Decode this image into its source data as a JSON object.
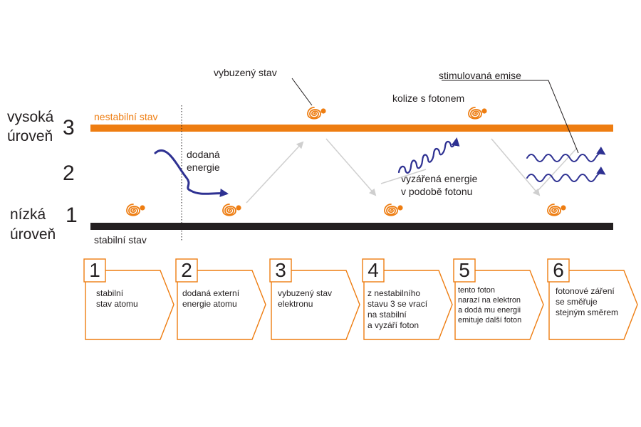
{
  "levels": {
    "high_name_line1": "vysoká",
    "high_name_line2": "úroveň",
    "high_num": "3",
    "mid_num": "2",
    "low_name_line1": "nízká",
    "low_name_line2": "úroveň",
    "low_num": "1"
  },
  "states": {
    "unstable": "nestabilní stav",
    "stable": "stabilní stav"
  },
  "annotations": {
    "energy_line1": "dodaná",
    "energy_line2": "energie",
    "excited": "vybuzený stav",
    "collision": "kolize s fotonem",
    "stimulated": "stimulovaná emise",
    "emitted_line1": "vyzářená energie",
    "emitted_line2": "v podobě fotonu"
  },
  "steps": [
    {
      "num": "1",
      "lines": [
        "stabilní",
        "stav atomu"
      ]
    },
    {
      "num": "2",
      "lines": [
        "dodaná externí",
        "energie atomu"
      ]
    },
    {
      "num": "3",
      "lines": [
        "vybuzený stav",
        "elektronu"
      ]
    },
    {
      "num": "4",
      "lines": [
        "z nestabilního",
        "stavu 3 se vrací",
        "na stabilní",
        "a vyzáří foton"
      ]
    },
    {
      "num": "5",
      "lines": [
        "tento foton",
        "narazí na elektron",
        "a dodá mu energii",
        "emituje další foton"
      ]
    },
    {
      "num": "6",
      "lines": [
        "fotonové záření",
        "se směřuje",
        "stejným směrem"
      ]
    }
  ],
  "colors": {
    "orange": "#ee7d11",
    "dark": "#231f20",
    "navy": "#2e3192",
    "gray_arrow": "#cfcfcf"
  },
  "icons": {
    "electron": "spiral-electron-icon",
    "photon": "wavy-photon-arrow-icon"
  }
}
